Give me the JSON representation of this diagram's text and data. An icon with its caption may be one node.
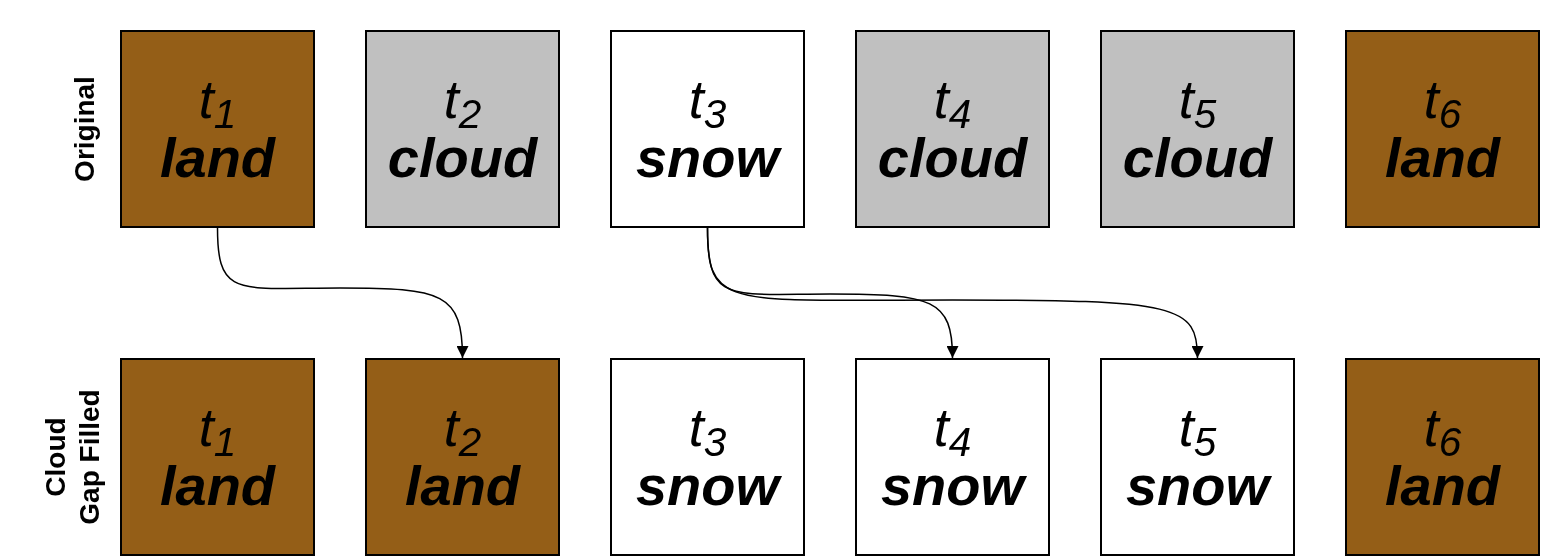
{
  "diagram": {
    "nodes": [
      {
        "text": [
          "t$_{1}$",
          "land"
        ]
      },
      {
        "text": [
          "t$_{2}$",
          "cloud"
        ]
      },
      {
        "text": [
          "t$_{3}$",
          "snow"
        ]
      },
      {
        "text": [
          "t$_{4}$",
          "cloud"
        ]
      },
      {
        "text": [
          "t$_{5}$",
          "cloud"
        ]
      },
      {
        "text": [
          "t$_{6}$",
          "land"
        ]
      },
      {
        "text": [
          "t$_{1}$",
          "land"
        ]
      },
      {
        "text": [
          "t$_{2}$",
          "land"
        ]
      },
      {
        "text": [
          "t$_{3}$",
          "snow"
        ]
      },
      {
        "text": [
          "t$_{4}$",
          "snow"
        ]
      },
      {
        "text": [
          "t$_{5}$",
          "snow"
        ]
      },
      {
        "text": [
          "t$_{6}$",
          "land"
        ]
      }
    ],
    "edges": [
      {
        "from": 0,
        "to": 7,
        "arrow": "to"
      },
      {
        "from": 2,
        "to": 9,
        "arrow": "to"
      },
      {
        "from": 2,
        "to": 10,
        "arrow": "to"
      }
    ],
    "labels": [
      "Original",
      "Cloud Gap Filled"
    ]
  }
}
